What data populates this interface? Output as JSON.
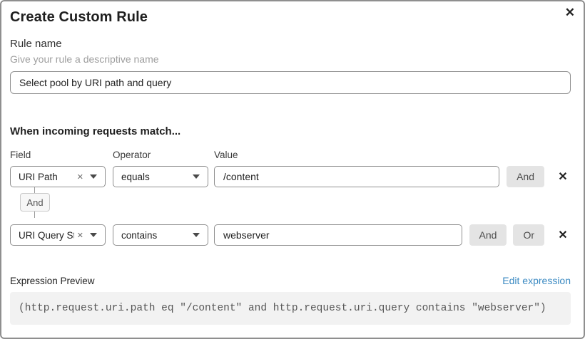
{
  "dialog": {
    "title": "Create Custom Rule",
    "close_icon": "✕"
  },
  "rule_name": {
    "label": "Rule name",
    "helper": "Give your rule a descriptive name",
    "value": "Select pool by URI path and query"
  },
  "matcher": {
    "heading": "When incoming requests match...",
    "columns": {
      "field": "Field",
      "operator": "Operator",
      "value": "Value"
    },
    "connector_label": "And",
    "clear_icon": "✕",
    "remove_icon": "✕",
    "rows": [
      {
        "field": "URI Path",
        "operator": "equals",
        "value": "/content",
        "and_label": "And"
      },
      {
        "field": "URI Query St...",
        "operator": "contains",
        "value": "webserver",
        "and_label": "And",
        "or_label": "Or"
      }
    ]
  },
  "expression": {
    "label": "Expression Preview",
    "edit_link": "Edit expression",
    "code": "(http.request.uri.path eq \"/content\" and http.request.uri.query contains \"webserver\")"
  },
  "colors": {
    "link": "#3b8ac2",
    "input_border": "#8f8f8f",
    "button_bg": "#e4e4e4",
    "code_bg": "#f2f2f2",
    "badge_bg": "#f7f7f7"
  }
}
